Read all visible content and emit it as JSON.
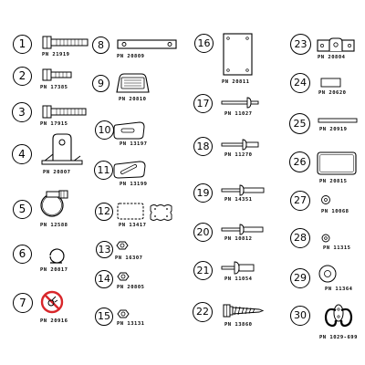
{
  "parts": [
    {
      "num": "1",
      "pn": "PN 21919",
      "icon": "hex-bolt-long-icon"
    },
    {
      "num": "2",
      "pn": "PN 17385",
      "icon": "hex-bolt-short-icon"
    },
    {
      "num": "3",
      "pn": "PN 17915",
      "icon": "hex-bolt-long-icon"
    },
    {
      "num": "4",
      "pn": "PN 20807",
      "icon": "mounting-bracket-icon"
    },
    {
      "num": "5",
      "pn": "PN 12588",
      "icon": "hose-clamp-icon"
    },
    {
      "num": "6",
      "pn": "PN 20817",
      "icon": "p-clip-icon"
    },
    {
      "num": "7",
      "pn": "PN 20916",
      "icon": "warning-decal-icon"
    },
    {
      "num": "8",
      "pn": "PN 20809",
      "icon": "flat-bar-icon"
    },
    {
      "num": "9",
      "pn": "PN 20810",
      "icon": "handle-icon"
    },
    {
      "num": "10",
      "pn": "PN 13197",
      "icon": "slot-plate-icon"
    },
    {
      "num": "11",
      "pn": "PN 13199",
      "icon": "slot-plate-icon"
    },
    {
      "num": "12",
      "pn": "PN 13417",
      "icon": "gasket-icon"
    },
    {
      "num": "13",
      "pn": "PN 16307",
      "icon": "hex-nut-icon"
    },
    {
      "num": "14",
      "pn": "PN 20805",
      "icon": "hex-nut-icon"
    },
    {
      "num": "15",
      "pn": "PN 13131",
      "icon": "hex-nut-icon"
    },
    {
      "num": "16",
      "pn": "PN 20811",
      "icon": "square-plate-icon"
    },
    {
      "num": "17",
      "pn": "PN 11027",
      "icon": "rivet-icon"
    },
    {
      "num": "18",
      "pn": "PN 11270",
      "icon": "rivet-icon"
    },
    {
      "num": "19",
      "pn": "PN 14351",
      "icon": "rivet-long-icon"
    },
    {
      "num": "20",
      "pn": "PN 10812",
      "icon": "rivet-long-icon"
    },
    {
      "num": "21",
      "pn": "PN 11054",
      "icon": "rivet-flange-icon"
    },
    {
      "num": "22",
      "pn": "PN 13860",
      "icon": "hex-screw-icon"
    },
    {
      "num": "23",
      "pn": "PN 20804",
      "icon": "latch-icon"
    },
    {
      "num": "24",
      "pn": "PN 20620",
      "icon": "small-rect-pad-icon"
    },
    {
      "num": "25",
      "pn": "PN 20919",
      "icon": "strip-icon"
    },
    {
      "num": "26",
      "pn": "PN 20815",
      "icon": "rect-pad-icon"
    },
    {
      "num": "27",
      "pn": "PN 10068",
      "icon": "washer-small-icon"
    },
    {
      "num": "28",
      "pn": "PN 11315",
      "icon": "washer-small-icon"
    },
    {
      "num": "29",
      "pn": "PN 11364",
      "icon": "washer-large-icon"
    },
    {
      "num": "30",
      "pn": "PN 1029-699",
      "icon": "double-hook-icon"
    }
  ]
}
